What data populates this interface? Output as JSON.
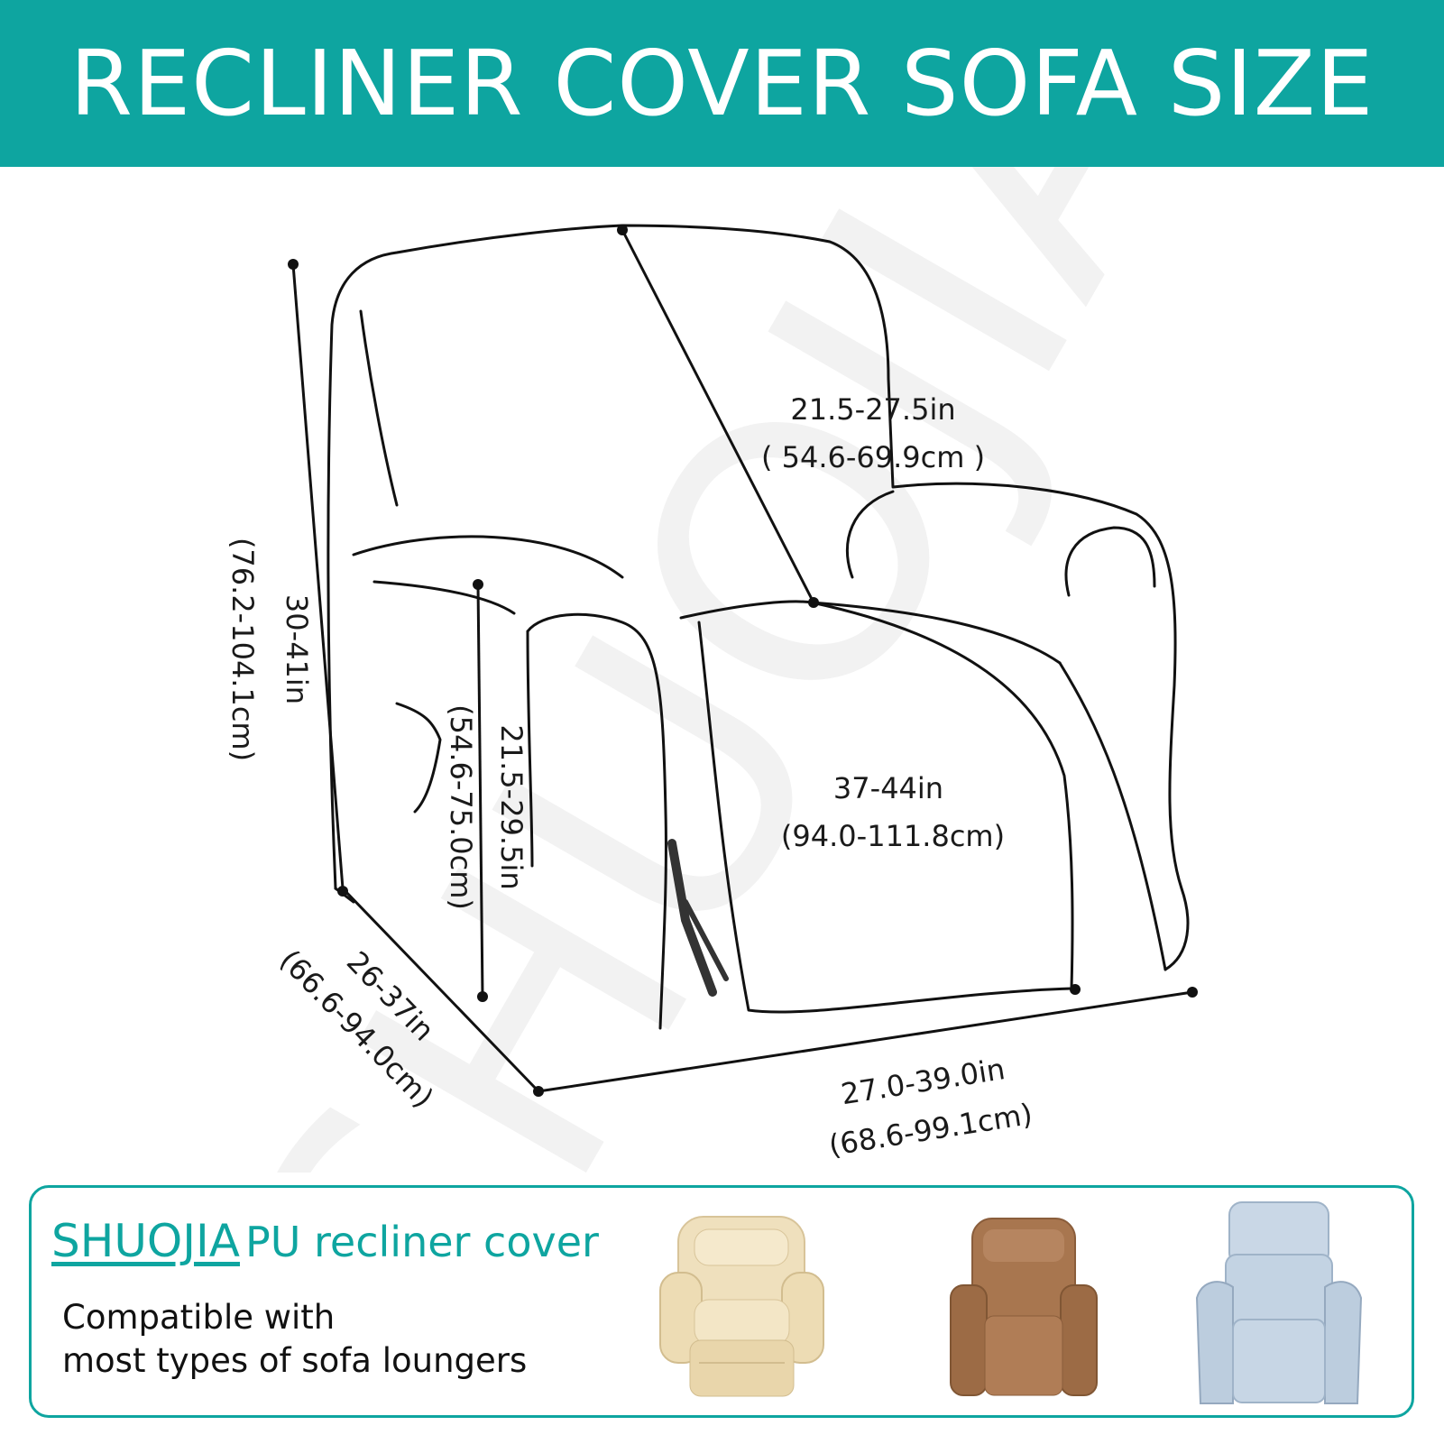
{
  "banner": {
    "title": "RECLINER COVER SOFA SIZE"
  },
  "watermark": "SHUOJIA",
  "dimensions": {
    "back_depth": {
      "imperial": "21.5-27.5in",
      "metric": "( 54.6-69.9cm )"
    },
    "total_height": {
      "imperial": "30-41in",
      "metric": "(76.2-104.1cm)"
    },
    "arm_height": {
      "imperial": "21.5-29.5in",
      "metric": "(54.6-75.0cm)"
    },
    "extended_length": {
      "imperial": "37-44in",
      "metric": "(94.0-111.8cm)"
    },
    "depth": {
      "imperial": "26-37in",
      "metric": "(66.6-94.0cm)"
    },
    "width": {
      "imperial": "27.0-39.0in",
      "metric": "(68.6-99.1cm)"
    }
  },
  "info": {
    "brand": "SHUOJIA",
    "product": "PU recliner cover",
    "compat_line1": "Compatible with",
    "compat_line2": "most types of sofa loungers"
  },
  "colors": {
    "accent": "#0ea5a0",
    "chair_cream": "#efe0bd",
    "chair_brown": "#a8764f",
    "chair_blue": "#c3d3e3"
  },
  "icons": [
    "recliner-outline-drawing",
    "cream-recliner-photo",
    "brown-recliner-photo",
    "blue-recliner-photo"
  ]
}
